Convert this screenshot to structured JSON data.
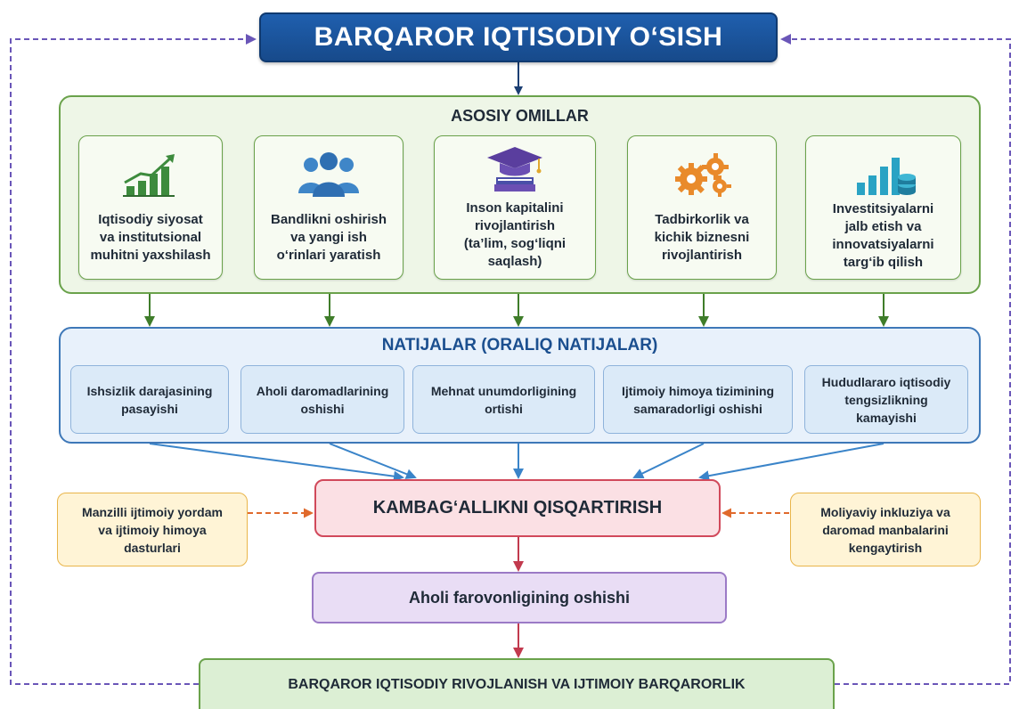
{
  "header": {
    "title": "BARQAROR IQTISODIY O‘SISH"
  },
  "factors": {
    "title": "ASOSIY OMILLAR",
    "items": [
      {
        "label": "Iqtisodiy siyosat\nva institutsional\nmuhitni yaxshilash",
        "icon": "growth-chart-icon"
      },
      {
        "label": "Bandlikni oshirish\nva yangi ish\no‘rinlari yaratish",
        "icon": "people-group-icon"
      },
      {
        "label": "Inson kapitalini\nrivojlantirish\n(ta’lim, sog‘liqni\nsaqlash)",
        "icon": "graduation-cap-icon"
      },
      {
        "label": "Tadbirkorlik va\nkichik biznesni\nrivojlantirish",
        "icon": "gears-icon"
      },
      {
        "label": "Investitsiyalarni\njalb etish va\ninnovatsiyalarni\ntarg‘ib qilish",
        "icon": "bars-coins-icon"
      }
    ]
  },
  "results": {
    "title": "NATIJALAR (ORALIQ NATIJALAR)",
    "items": [
      "Ishsizlik darajasining\npasayishi",
      "Aholi daromadlarining\noshishi",
      "Mehnat unumdorligining\nortishi",
      "Ijtimoiy himoya tizimining\nsamaradorligi oshishi",
      "Hududlararo iqtisodiy\ntengsizlikning\nkamayishi"
    ]
  },
  "poverty": {
    "label": "KAMBAG‘ALLIKNI QISQARTIRISH"
  },
  "left_support": {
    "label": "Manzilli ijtimoiy yordam\nva ijtimoiy himoya\ndasturlari"
  },
  "right_support": {
    "label": "Moliyaviy inkluziya va\ndaromad manbalarini\nkengaytirish"
  },
  "welfare": {
    "label": "Aholi farovonligining oshishi"
  },
  "outcome": {
    "label": "BARQAROR IQTISODIY RIVOJLANISH VA IJTIMOIY BARQARORLIK"
  },
  "colors": {
    "header_blue": "#1f5fae",
    "factor_green": "#6aa24b",
    "result_blue": "#3e78b8",
    "poverty_red": "#d1495b",
    "support_orange": "#e06a2c",
    "welfare_purple": "#9b7ac6",
    "feedback_dash": "#6a56b8"
  }
}
